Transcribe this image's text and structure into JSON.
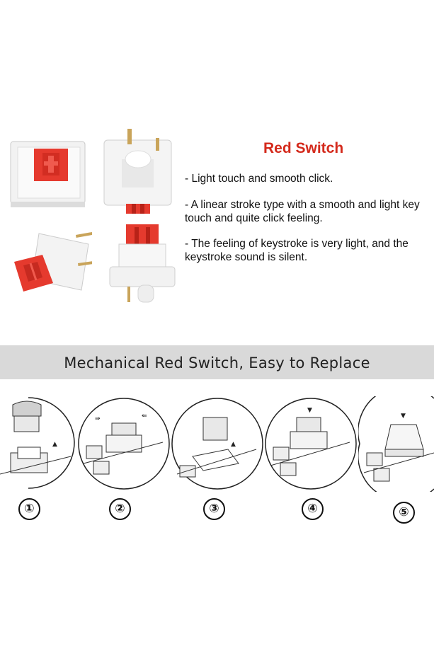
{
  "product": {
    "title": "Red Switch",
    "features": [
      "- Light touch and smooth click.",
      "- A linear stroke type with a smooth and light key touch and quite click feeling.",
      "- The feeling of keystroke is very light, and the keystroke sound is silent."
    ]
  },
  "banner": {
    "text": "Mechanical Red Switch, Easy to Replace"
  },
  "steps": [
    "①",
    "②",
    "③",
    "④",
    "⑤"
  ],
  "colors": {
    "accent": "#d42a1c",
    "switch_red": "#e53a2e",
    "banner_bg": "#d9d9d9"
  }
}
